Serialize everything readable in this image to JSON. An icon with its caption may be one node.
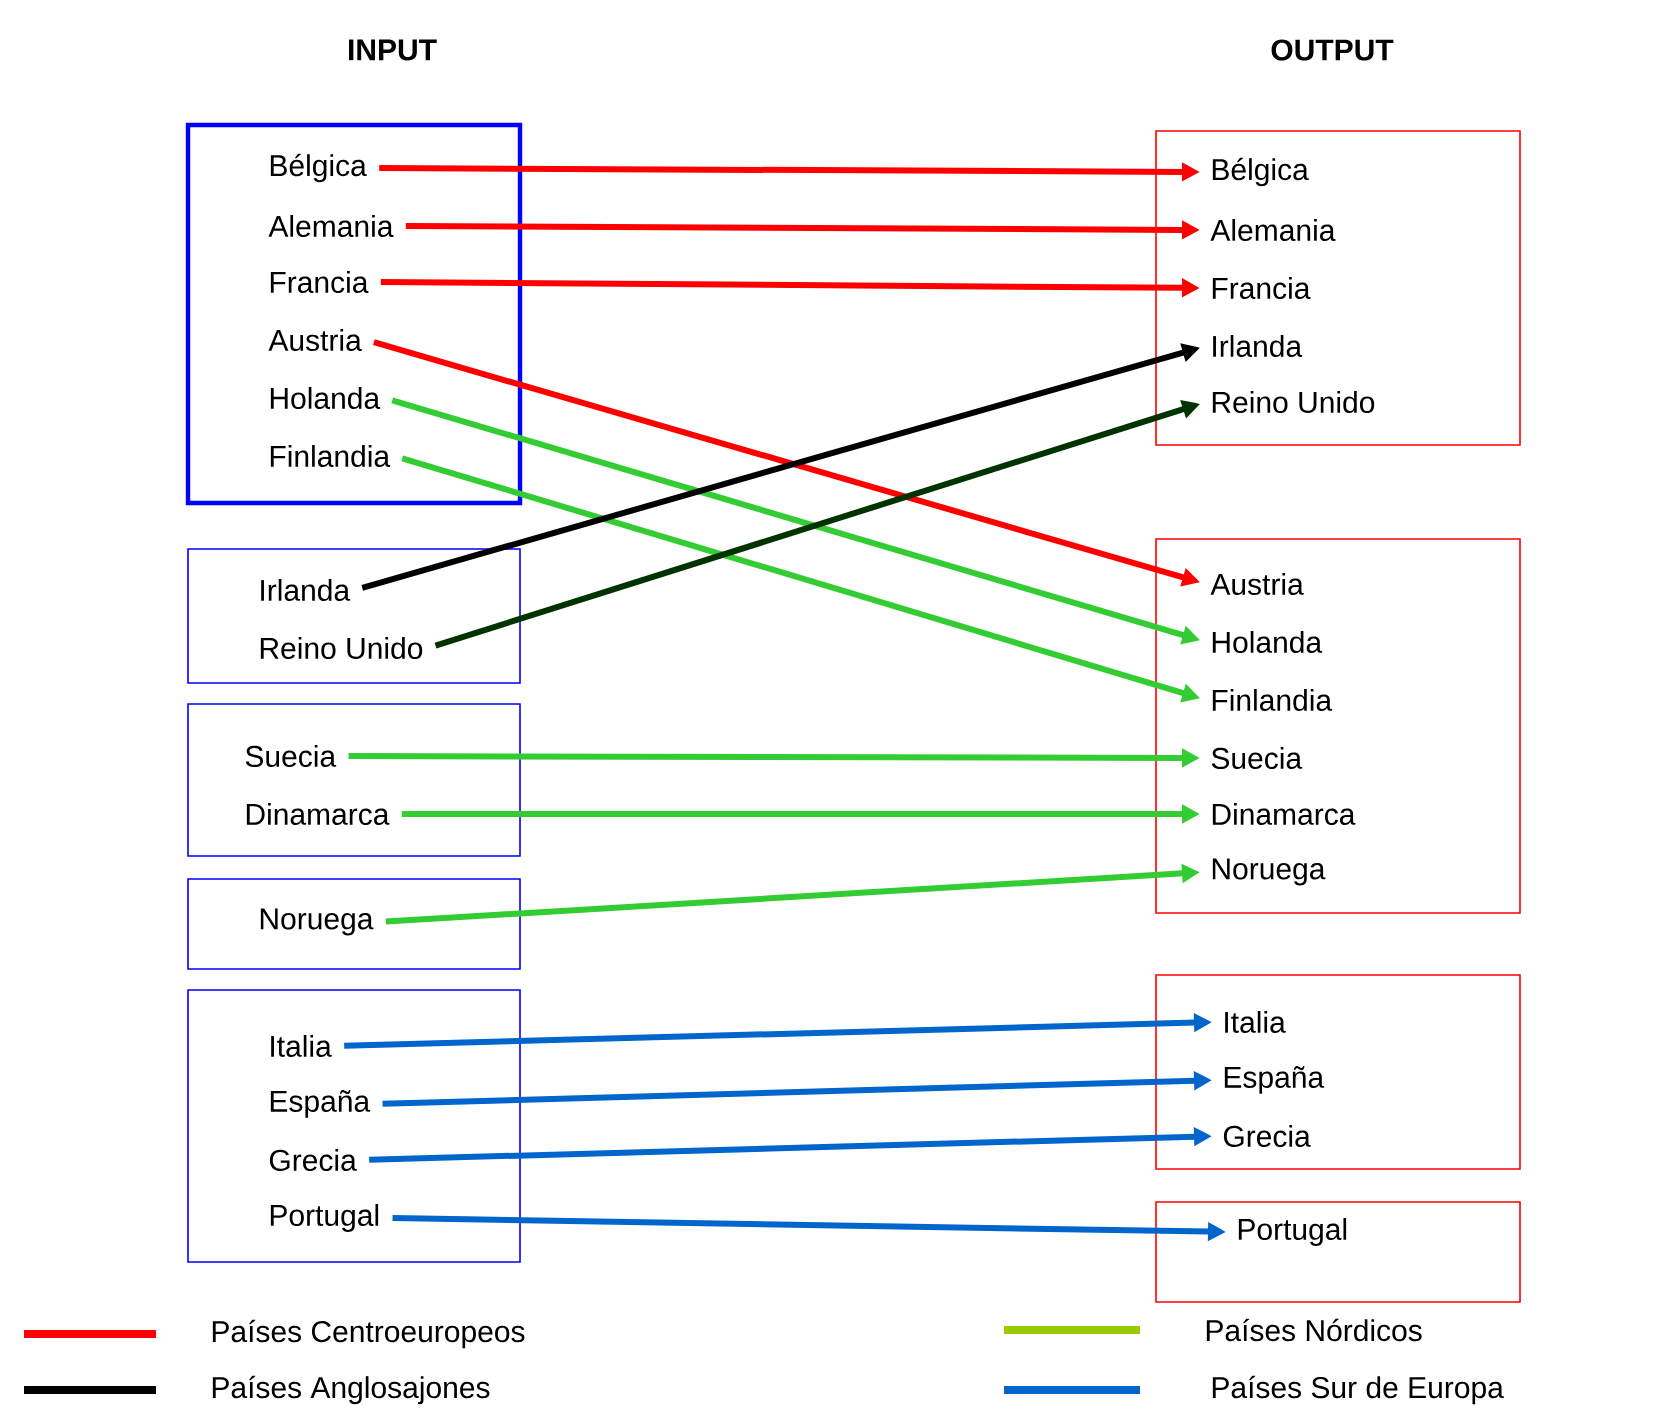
{
  "diagram": {
    "nodes": [
      {
        "text": [],
        "shape": "box"
      },
      {
        "text": [
          "Bélgica"
        ],
        "in": 0
      },
      {
        "text": [
          "Alemania"
        ],
        "in": 0
      },
      {
        "text": [
          "Francia"
        ],
        "in": 0
      },
      {
        "text": [
          "Austria"
        ],
        "in": 0
      },
      {
        "text": [
          "Holanda"
        ],
        "in": 0
      },
      {
        "text": [
          "Finlandia"
        ],
        "in": 0
      },
      {
        "text": [],
        "shape": "box"
      },
      {
        "text": [
          "Irlanda"
        ],
        "in": 7
      },
      {
        "text": [
          "Reino Unido"
        ],
        "in": 7
      },
      {
        "text": [],
        "shape": "box"
      },
      {
        "text": [
          "Suecia"
        ],
        "in": 10
      },
      {
        "text": [
          "Dinamarca"
        ],
        "in": 10
      },
      {
        "text": [],
        "shape": "box"
      },
      {
        "text": [
          "Noruega"
        ],
        "in": 13
      },
      {
        "text": [],
        "shape": "box"
      },
      {
        "text": [
          "Italia"
        ],
        "in": 15
      },
      {
        "text": [
          "España"
        ],
        "in": 15
      },
      {
        "text": [
          "Grecia"
        ],
        "in": 15
      },
      {
        "text": [
          "Portugal"
        ],
        "in": 15
      },
      {
        "text": [],
        "shape": "box"
      },
      {
        "text": [
          "Bélgica"
        ],
        "in": 20
      },
      {
        "text": [
          "Alemania"
        ],
        "in": 20
      },
      {
        "text": [
          "Francia"
        ],
        "in": 20
      },
      {
        "text": [
          "Irlanda"
        ],
        "in": 20
      },
      {
        "text": [
          "Reino Unido"
        ],
        "in": 20
      },
      {
        "text": [],
        "shape": "box"
      },
      {
        "text": [
          "Austria"
        ],
        "in": 26
      },
      {
        "text": [
          "Holanda"
        ],
        "in": 26
      },
      {
        "text": [
          "Finlandia"
        ],
        "in": 26
      },
      {
        "text": [
          "Suecia"
        ],
        "in": 26
      },
      {
        "text": [
          "Dinamarca"
        ],
        "in": 26
      },
      {
        "text": [
          "Noruega"
        ],
        "in": 26
      },
      {
        "text": [],
        "shape": "box"
      },
      {
        "text": [
          "Italia"
        ],
        "in": 33
      },
      {
        "text": [
          "España"
        ],
        "in": 33
      },
      {
        "text": [
          "Grecia"
        ],
        "in": 33
      },
      {
        "text": [],
        "shape": "box"
      },
      {
        "text": [
          "Portugal"
        ],
        "in": 37
      }
    ],
    "edges": [
      {
        "from": 1,
        "to": 21,
        "arrow": "to",
        "color": "#ff0000"
      },
      {
        "from": 2,
        "to": 22,
        "arrow": "to",
        "color": "#ff0000"
      },
      {
        "from": 3,
        "to": 23,
        "arrow": "to",
        "color": "#ff0000"
      },
      {
        "from": 4,
        "to": 27,
        "arrow": "to",
        "color": "#ff0000"
      },
      {
        "from": 5,
        "to": 28,
        "arrow": "to"
      },
      {
        "from": 6,
        "to": 29,
        "arrow": "to"
      },
      {
        "from": 8,
        "to": 24,
        "arrow": "to",
        "color": "#000000"
      },
      {
        "from": 9,
        "to": 25,
        "arrow": "to",
        "color": "#003300"
      },
      {
        "from": 11,
        "to": 30,
        "arrow": "to"
      },
      {
        "from": 12,
        "to": 31,
        "arrow": "to"
      },
      {
        "from": 14,
        "to": 32,
        "arrow": "to"
      },
      {
        "from": 16,
        "to": 34,
        "arrow": "to",
        "color": "#0066cc"
      },
      {
        "from": 17,
        "to": 35,
        "arrow": "to",
        "color": "#0066cc"
      },
      {
        "from": 18,
        "to": 36,
        "arrow": "to",
        "color": "#0066cc"
      },
      {
        "from": 19,
        "to": 38,
        "arrow": "to",
        "color": "#0066cc"
      }
    ],
    "labels": [
      "INPUT",
      "OUTPUT"
    ],
    "legend": [
      {
        "text": "Países Centroeuropeos",
        "color": "#ff0000"
      },
      {
        "text": "Países Nórdicos",
        "color": "#99cc00"
      },
      {
        "text": "Países Anglosajones",
        "color": "#000000"
      },
      {
        "text": "Países Sur de Europa",
        "color": "#0066cc"
      }
    ]
  }
}
